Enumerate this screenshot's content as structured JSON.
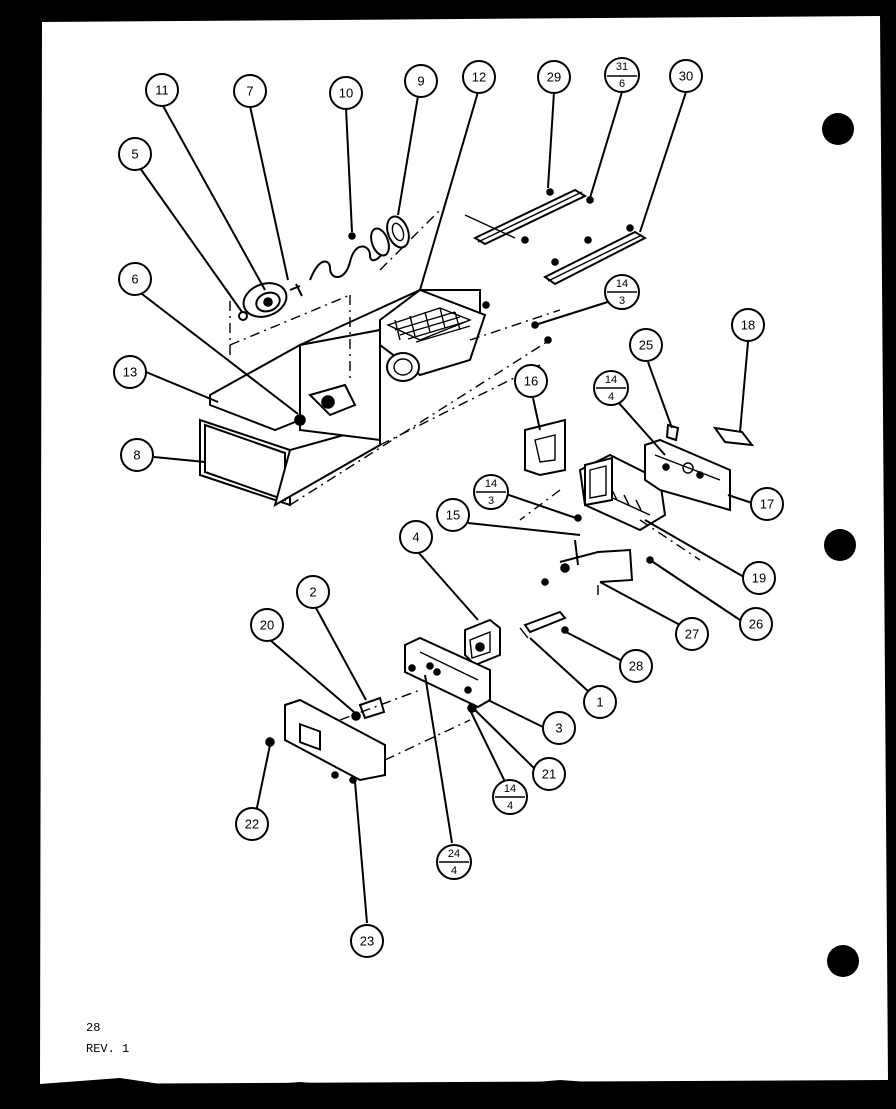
{
  "diagram": {
    "callouts": [
      {
        "id": "c11",
        "label": "11"
      },
      {
        "id": "c7",
        "label": "7"
      },
      {
        "id": "c10",
        "label": "10"
      },
      {
        "id": "c9",
        "label": "9"
      },
      {
        "id": "c12",
        "label": "12"
      },
      {
        "id": "c29",
        "label": "29"
      },
      {
        "id": "c31_6",
        "label": "31",
        "sub": "6"
      },
      {
        "id": "c30",
        "label": "30"
      },
      {
        "id": "c5",
        "label": "5"
      },
      {
        "id": "c6",
        "label": "6"
      },
      {
        "id": "c14_3a",
        "label": "14",
        "sub": "3"
      },
      {
        "id": "c13",
        "label": "13"
      },
      {
        "id": "c8",
        "label": "8"
      },
      {
        "id": "c16",
        "label": "16"
      },
      {
        "id": "c25",
        "label": "25"
      },
      {
        "id": "c18",
        "label": "18"
      },
      {
        "id": "c14_4a",
        "label": "14",
        "sub": "4"
      },
      {
        "id": "c17",
        "label": "17"
      },
      {
        "id": "c14_3b",
        "label": "14",
        "sub": "3"
      },
      {
        "id": "c15",
        "label": "15"
      },
      {
        "id": "c4",
        "label": "4"
      },
      {
        "id": "c19",
        "label": "19"
      },
      {
        "id": "c26",
        "label": "26"
      },
      {
        "id": "c27",
        "label": "27"
      },
      {
        "id": "c2",
        "label": "2"
      },
      {
        "id": "c20",
        "label": "20"
      },
      {
        "id": "c28",
        "label": "28"
      },
      {
        "id": "c1",
        "label": "1"
      },
      {
        "id": "c3",
        "label": "3"
      },
      {
        "id": "c21",
        "label": "21"
      },
      {
        "id": "c14_4b",
        "label": "14",
        "sub": "4"
      },
      {
        "id": "c22",
        "label": "22"
      },
      {
        "id": "c24_4",
        "label": "24",
        "sub": "4"
      },
      {
        "id": "c23",
        "label": "23"
      }
    ],
    "footer": {
      "page": "28",
      "revision": "REV. 1"
    }
  }
}
